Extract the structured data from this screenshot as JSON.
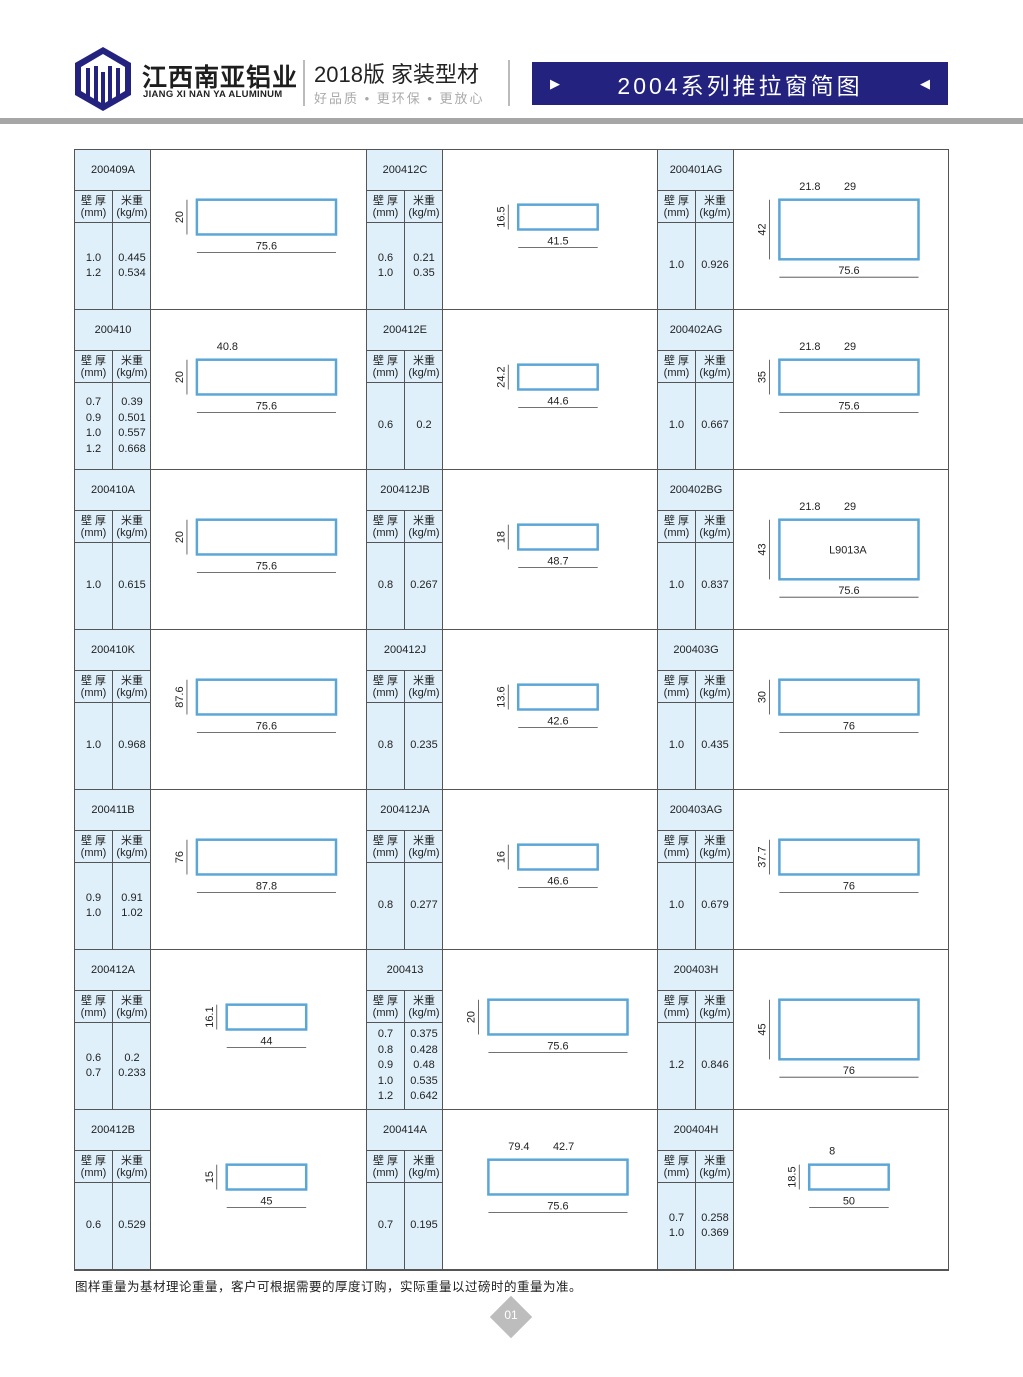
{
  "header": {
    "brand_cn": "江西南亚铝业",
    "brand_en": "JIANG XI NAN YA ALUMINUM",
    "edition": "2018版  家装型材",
    "slogan": "好品质 • 更环保 • 更放心",
    "banner_title": "2004系列推拉窗简图",
    "arrow_left": "▶",
    "arrow_right": "◀"
  },
  "col_headers": {
    "thickness": "壁 厚",
    "thickness_unit": "(mm)",
    "weight": "米重",
    "weight_unit": "(kg/m)"
  },
  "colors": {
    "navy": "#23237f",
    "cell": "#dff0fb",
    "profile": "#5aa6d6"
  },
  "columns": [
    [
      {
        "code": "200409A",
        "t": [
          "1.0",
          "1.2"
        ],
        "w": [
          "0.445",
          "0.534"
        ],
        "dims": [
          "75.6",
          "20"
        ]
      },
      {
        "code": "200410",
        "t": [
          "0.7",
          "0.9",
          "1.0",
          "1.2"
        ],
        "w": [
          "0.39",
          "0.501",
          "0.557",
          "0.668"
        ],
        "dims": [
          "75.6",
          "20",
          "40.8"
        ]
      },
      {
        "code": "200410A",
        "t": [
          "1.0"
        ],
        "w": [
          "0.615"
        ],
        "dims": [
          "75.6",
          "20"
        ]
      },
      {
        "code": "200410K",
        "t": [
          "1.0"
        ],
        "w": [
          "0.968"
        ],
        "dims": [
          "76.6",
          "87.6"
        ]
      },
      {
        "code": "200411B",
        "t": [
          "0.9",
          "1.0"
        ],
        "w": [
          "0.91",
          "1.02"
        ],
        "dims": [
          "87.8",
          "76"
        ]
      },
      {
        "code": "200412A",
        "t": [
          "0.6",
          "0.7"
        ],
        "w": [
          "0.2",
          "0.233"
        ],
        "dims": [
          "44",
          "16.1"
        ]
      },
      {
        "code": "200412B",
        "t": [
          "0.6"
        ],
        "w": [
          "0.529"
        ],
        "dims": [
          "45",
          "15"
        ]
      }
    ],
    [
      {
        "code": "200412C",
        "t": [
          "0.6",
          "1.0"
        ],
        "w": [
          "0.21",
          "0.35"
        ],
        "dims": [
          "41.5",
          "16.5"
        ]
      },
      {
        "code": "200412E",
        "t": [
          "0.6"
        ],
        "w": [
          "0.2"
        ],
        "dims": [
          "44.6",
          "24.2"
        ]
      },
      {
        "code": "200412JB",
        "t": [
          "0.8"
        ],
        "w": [
          "0.267"
        ],
        "dims": [
          "48.7",
          "18"
        ]
      },
      {
        "code": "200412J",
        "t": [
          "0.8"
        ],
        "w": [
          "0.235"
        ],
        "dims": [
          "42.6",
          "13.6"
        ]
      },
      {
        "code": "200412JA",
        "t": [
          "0.8"
        ],
        "w": [
          "0.277"
        ],
        "dims": [
          "46.6",
          "16"
        ]
      },
      {
        "code": "200413",
        "t": [
          "0.7",
          "0.8",
          "0.9",
          "1.0",
          "1.2"
        ],
        "w": [
          "0.375",
          "0.428",
          "0.48",
          "0.535",
          "0.642"
        ],
        "dims": [
          "75.6",
          "20"
        ]
      },
      {
        "code": "200414A",
        "t": [
          "0.7"
        ],
        "w": [
          "0.195"
        ],
        "dims": [
          "75.6",
          "",
          "79.4",
          "42.7"
        ]
      }
    ],
    [
      {
        "code": "200401AG",
        "t": [
          "1.0"
        ],
        "w": [
          "0.926"
        ],
        "dims": [
          "75.6",
          "42",
          "21.8",
          "29"
        ]
      },
      {
        "code": "200402AG",
        "t": [
          "1.0"
        ],
        "w": [
          "0.667"
        ],
        "dims": [
          "75.6",
          "35",
          "21.8",
          "29"
        ]
      },
      {
        "code": "200402BG",
        "t": [
          "1.0"
        ],
        "w": [
          "0.837"
        ],
        "dims": [
          "75.6",
          "43",
          "21.8",
          "29",
          "L9013A"
        ]
      },
      {
        "code": "200403G",
        "t": [
          "1.0"
        ],
        "w": [
          "0.435"
        ],
        "dims": [
          "76",
          "30"
        ]
      },
      {
        "code": "200403AG",
        "t": [
          "1.0"
        ],
        "w": [
          "0.679"
        ],
        "dims": [
          "76",
          "37.7"
        ]
      },
      {
        "code": "200403H",
        "t": [
          "1.2"
        ],
        "w": [
          "0.846"
        ],
        "dims": [
          "76",
          "45"
        ]
      },
      {
        "code": "200404H",
        "t": [
          "0.7",
          "1.0"
        ],
        "w": [
          "0.258",
          "0.369"
        ],
        "dims": [
          "50",
          "18.5",
          "8"
        ]
      }
    ]
  ],
  "footer": {
    "note": "图样重量为基材理论重量，客户可根据需要的厚度订购，实际重量以过磅时的重量为准。",
    "page": "01"
  }
}
